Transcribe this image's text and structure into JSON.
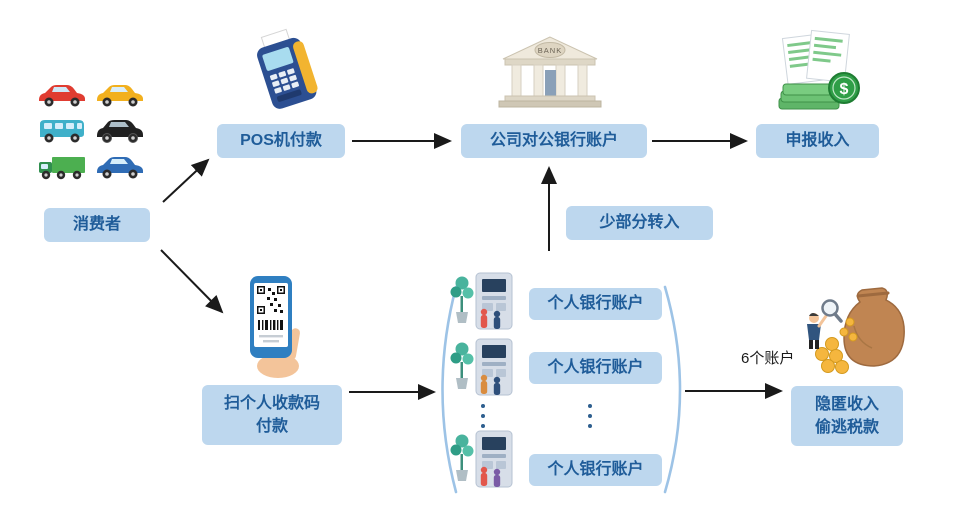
{
  "colors": {
    "box_fill": "#bdd7ee",
    "box_text": "#1f5c99",
    "bracket": "#9dc3e6",
    "arrow": "#1a1a1a"
  },
  "nodes": {
    "consumer": "消费者",
    "pos_payment": "POS机付款",
    "corporate_account": "公司对公银行账户",
    "declare_income": "申报收入",
    "partial_transfer": "少部分转入",
    "scan_qr_line1": "扫个人收款码",
    "scan_qr_line2": "付款",
    "hidden_income_line1": "隐匿收入",
    "hidden_income_line2": "偷逃税款"
  },
  "personal_accounts": [
    "个人银行账户",
    "个人银行账户",
    "个人银行账户"
  ],
  "annotations": {
    "six_accounts": "6个账户",
    "bank_sign": "BANK",
    "dollar_sign": "$"
  },
  "icons": [
    {
      "name": "cars-illustration",
      "meaning": "consumer vehicles (red, yellow, teal, black, green, blue)"
    },
    {
      "name": "pos-terminal-icon",
      "meaning": "POS card payment terminal"
    },
    {
      "name": "bank-building-icon",
      "meaning": "bank building with BANK sign"
    },
    {
      "name": "declared-income-money-icon",
      "meaning": "documents, banknotes and dollar coin"
    },
    {
      "name": "phone-qr-code-icon",
      "meaning": "hand holding phone showing personal payment QR code"
    },
    {
      "name": "atm-illustration",
      "meaning": "ATM machine with people (three instances)"
    },
    {
      "name": "money-bag-audit-icon",
      "meaning": "money bag, coins and inspector with magnifying glass"
    }
  ]
}
